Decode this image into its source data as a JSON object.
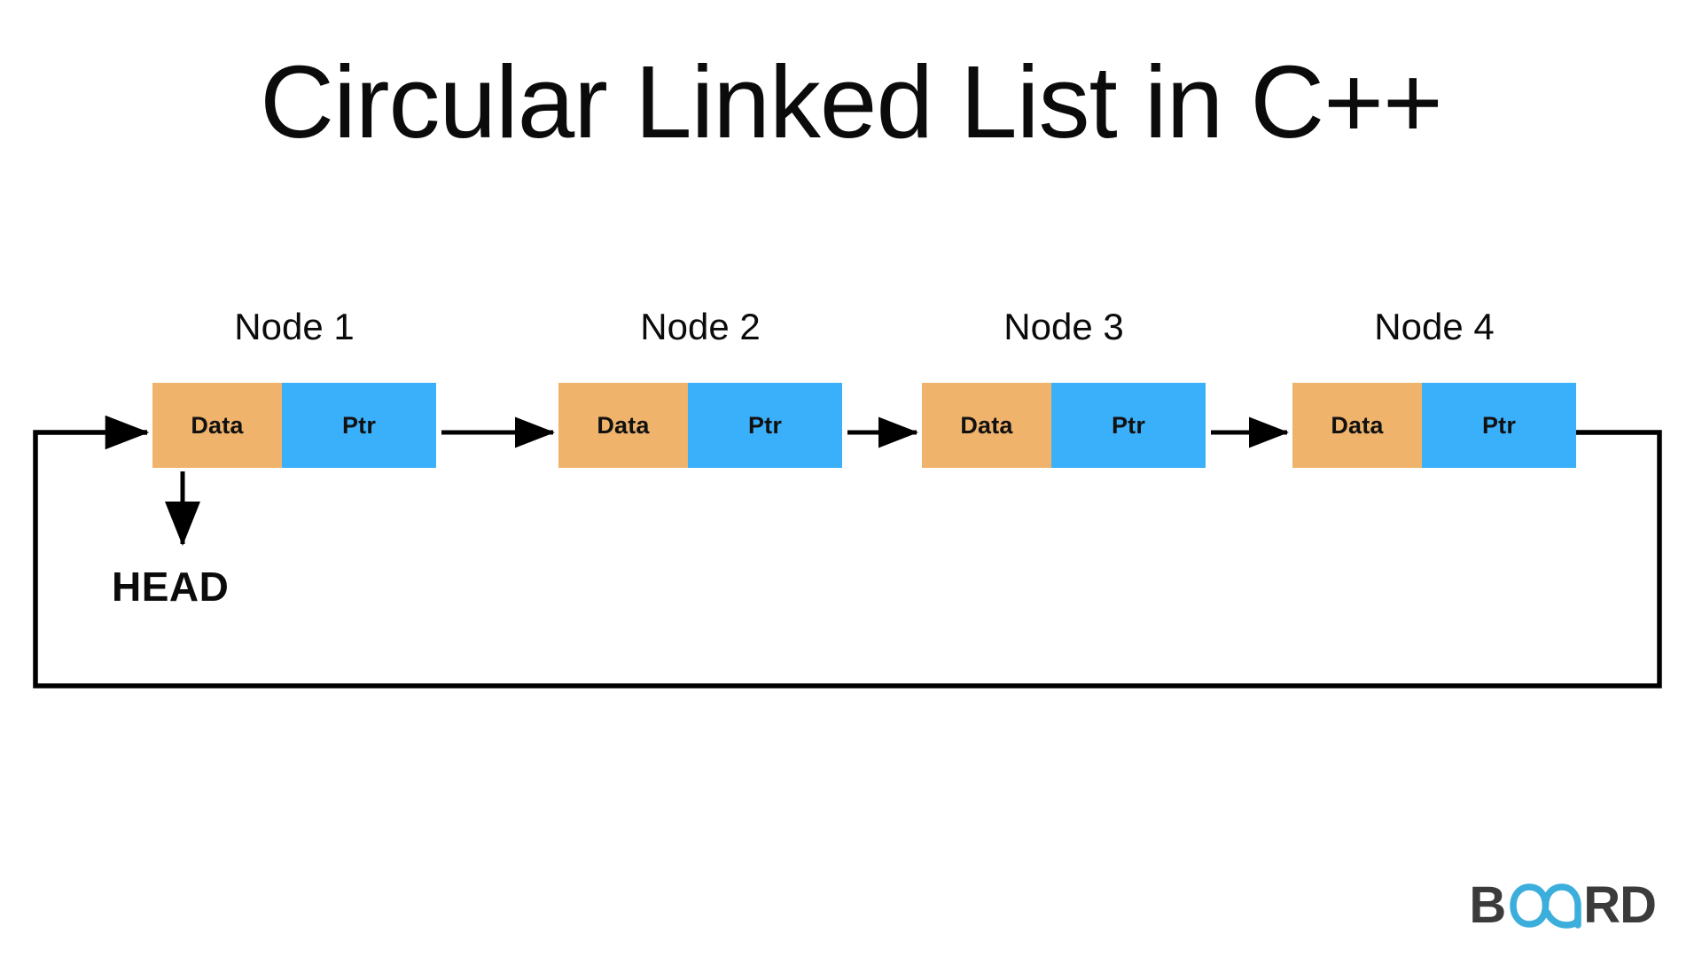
{
  "page": {
    "title": "Circular Linked List in C++",
    "background_color": "#ffffff"
  },
  "colors": {
    "data_cell": "#F0B36B",
    "ptr_cell": "#3BB0FA",
    "wire": "#000000",
    "text": "#0b0b0b",
    "logo_dark": "#3b3b3b",
    "logo_blue": "#3BAEDC"
  },
  "diagram": {
    "type": "circular-linked-list",
    "head_label": "HEAD",
    "nodes": [
      {
        "label": "Node 1",
        "data_label": "Data",
        "ptr_label": "Ptr"
      },
      {
        "label": "Node 2",
        "data_label": "Data",
        "ptr_label": "Ptr"
      },
      {
        "label": "Node 3",
        "data_label": "Data",
        "ptr_label": "Ptr"
      },
      {
        "label": "Node 4",
        "data_label": "Data",
        "ptr_label": "Ptr"
      }
    ]
  },
  "brand": {
    "name_part_1": "B",
    "name_part_2": "RD",
    "full_name": "BOARD"
  }
}
